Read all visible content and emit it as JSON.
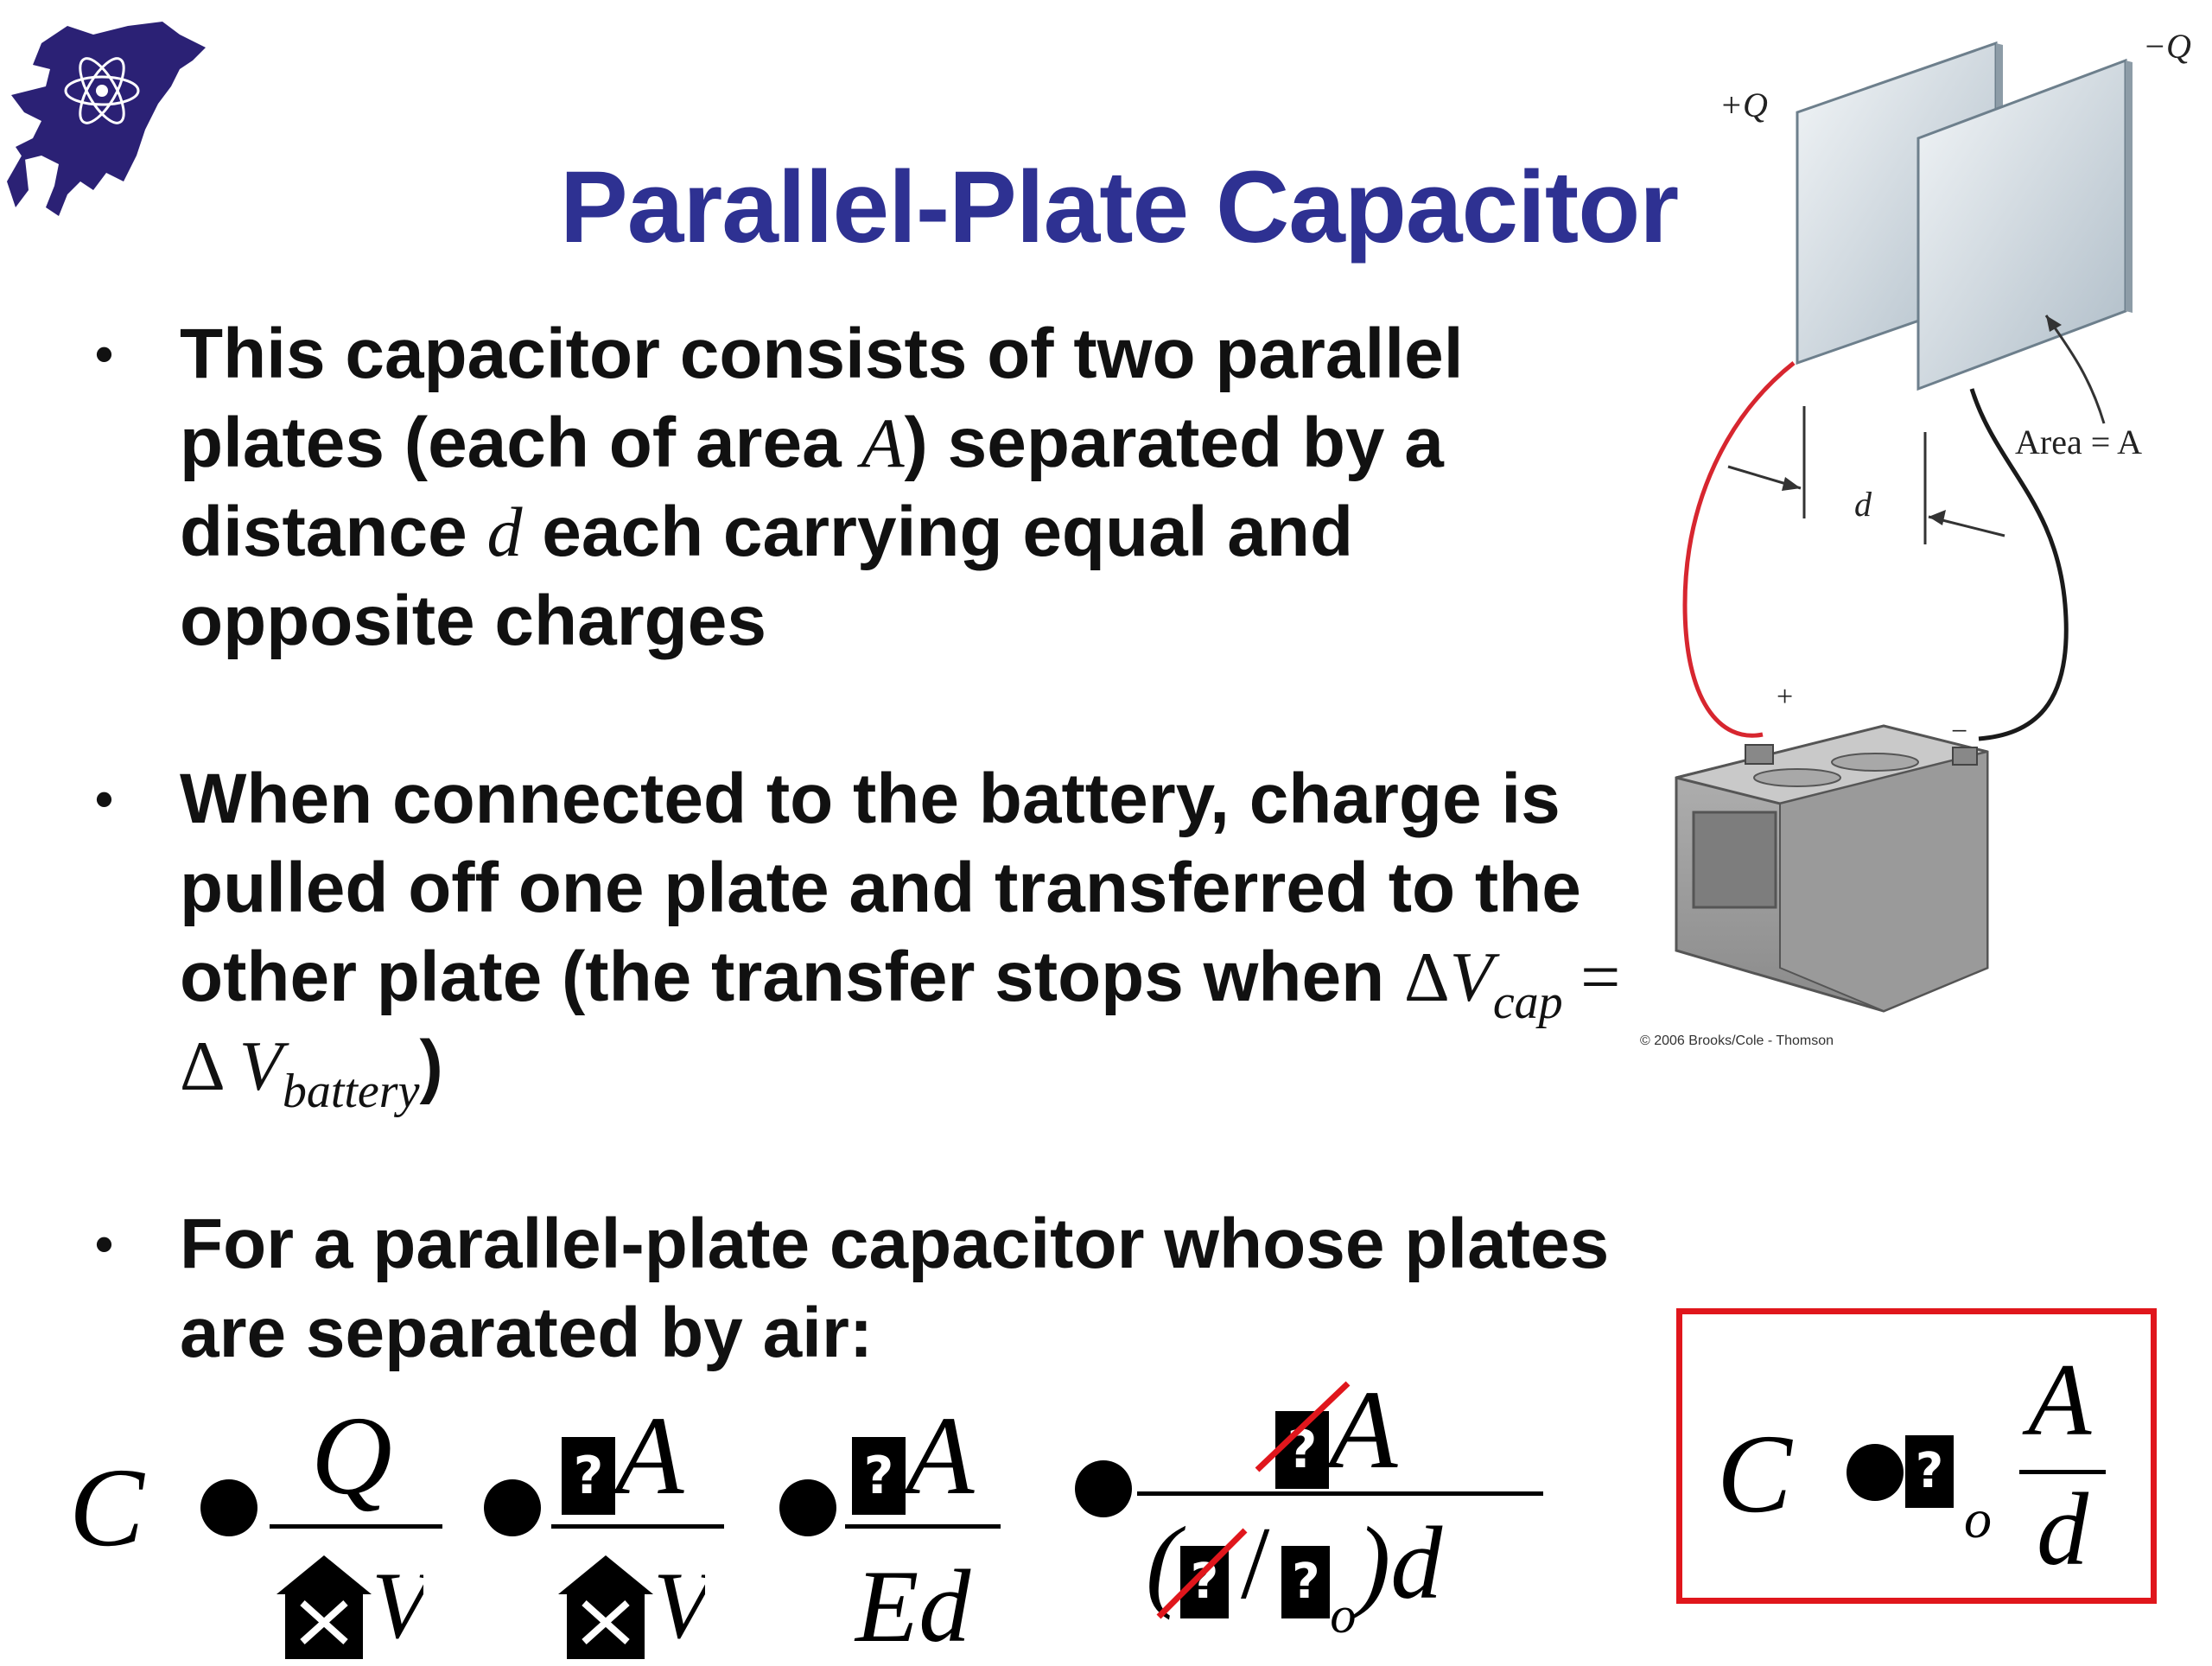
{
  "title": "Parallel-Plate Capacitor",
  "bullets": [
    {
      "lines": [
        [
          "This capacitor consists of two parallel"
        ],
        [
          "plates (each of area ",
          {
            "math": "A"
          },
          ") separated by a"
        ],
        [
          "distance ",
          {
            "math": "d"
          },
          " each carrying equal and"
        ],
        [
          "opposite charges"
        ]
      ]
    },
    {
      "lines": [
        [
          "When connected to the battery, charge is"
        ],
        [
          "pulled off one plate and transferred to the"
        ],
        [
          "other plate (the transfer stops when ",
          {
            "serif": "Δ"
          },
          {
            "math": "V"
          },
          {
            "sub": "cap"
          },
          {
            "serif": " ="
          }
        ],
        [
          {
            "serif": "Δ "
          },
          {
            "math": "V"
          },
          {
            "sub": "battery"
          },
          ")"
        ]
      ]
    },
    {
      "lines": [
        [
          "For a parallel-plate capacitor whose plates"
        ],
        [
          "are separated by air:"
        ]
      ]
    }
  ],
  "figure": {
    "plus_q": "+Q",
    "minus_q": "−Q",
    "distance": "d",
    "area": "Area = A",
    "battery_plus": "+",
    "battery_minus": "−",
    "credit": "© 2006 Brooks/Cole - Thomson",
    "colors": {
      "positive_wire": "#d7262f",
      "negative_wire": "#1a1a1a",
      "plate": "#dfe6ec",
      "battery": "#9c9c9c"
    }
  },
  "equation": {
    "lhs": "C",
    "frac1_num": "Q",
    "frac2_num": "A",
    "frac3_num": "A",
    "frac3_den": "Ed",
    "frac4_num": "A",
    "frac4_den_slash": "/",
    "frac4_den_sub": "o",
    "frac4_den_tail": ")d",
    "missing_glyph": "?"
  },
  "result": {
    "lhs": "C",
    "sub": "o",
    "num": "A",
    "den": "d",
    "box_color": "#e0161c"
  }
}
